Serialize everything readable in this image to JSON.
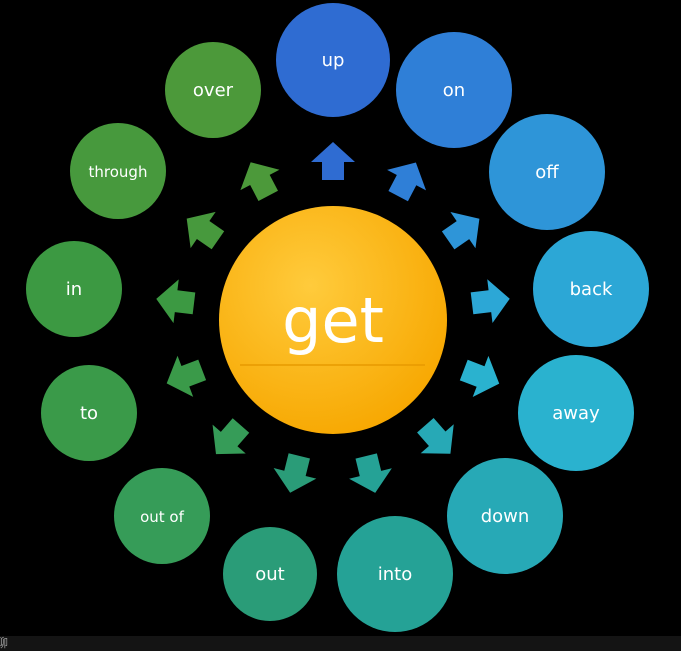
{
  "center": {
    "label": "get",
    "color": "#fbb713"
  },
  "particles": [
    {
      "label": "up",
      "color": "#2f6cd2"
    },
    {
      "label": "on",
      "color": "#2f7fd7"
    },
    {
      "label": "off",
      "color": "#2e95d8"
    },
    {
      "label": "back",
      "color": "#2ca7d6"
    },
    {
      "label": "away",
      "color": "#2ab2cf"
    },
    {
      "label": "down",
      "color": "#27a9b6"
    },
    {
      "label": "into",
      "color": "#25a296"
    },
    {
      "label": "out",
      "color": "#2a9c78"
    },
    {
      "label": "out of",
      "color": "#369c58"
    },
    {
      "label": "to",
      "color": "#3a9a49"
    },
    {
      "label": "in",
      "color": "#3c9942"
    },
    {
      "label": "through",
      "color": "#47993d"
    },
    {
      "label": "over",
      "color": "#4c993a"
    }
  ],
  "footer": {
    "text": "聊"
  }
}
